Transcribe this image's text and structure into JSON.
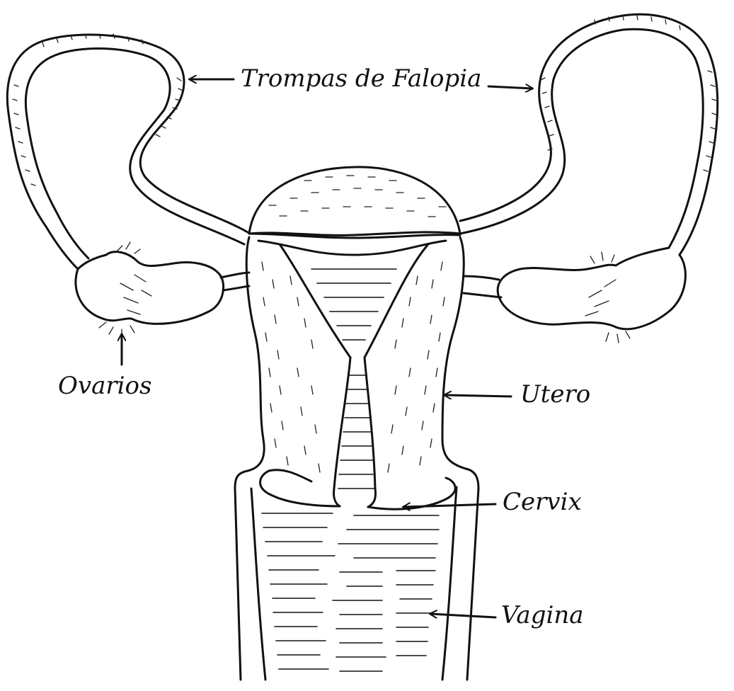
{
  "labels": {
    "fallopian": "Trompas de Falopia",
    "ovaries": "Ovarios",
    "uterus": "Utero",
    "cervix": "Cervix",
    "vagina": "Vagina"
  },
  "colors": {
    "ink": "#111111",
    "paper": "#ffffff"
  }
}
